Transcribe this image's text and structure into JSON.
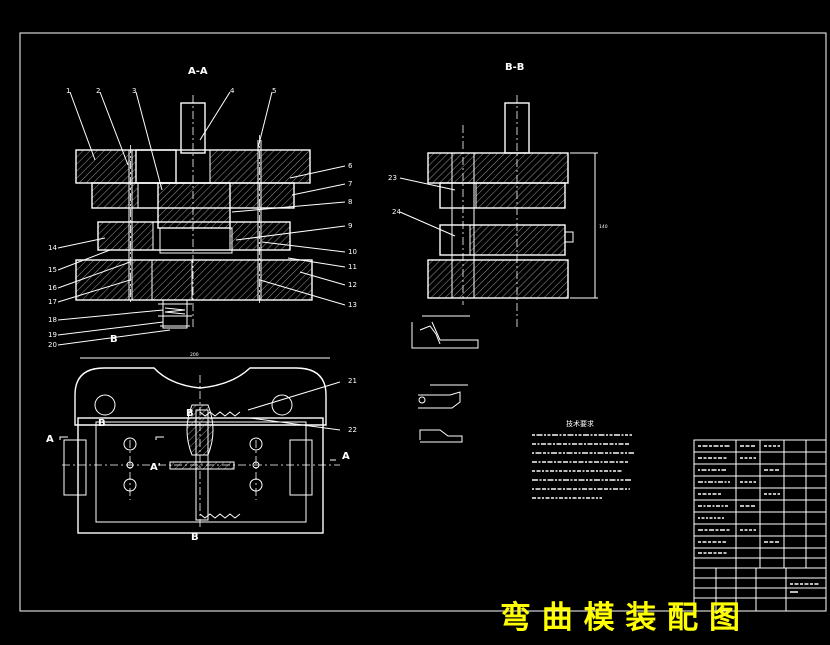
{
  "drawing": {
    "section_a_label": "A-A",
    "section_b_label": "B-B",
    "watermark_title": "弯 曲 模 装 配 图",
    "tech_requirements_title": "技术要求",
    "part_numbers_left": [
      "1",
      "2",
      "3",
      "4",
      "5",
      "6",
      "7",
      "8",
      "9",
      "10",
      "11",
      "12",
      "13",
      "14",
      "15",
      "16",
      "17",
      "18",
      "19",
      "20"
    ],
    "part_numbers_right": [
      "21",
      "22",
      "23",
      "24"
    ],
    "view_markers": {
      "a": "A",
      "b": "B",
      "a_prime": "A'",
      "b_top": "B",
      "b_bottom": "B"
    },
    "dimension_labels": {
      "plan_width": "200",
      "bb_height": "140"
    }
  }
}
